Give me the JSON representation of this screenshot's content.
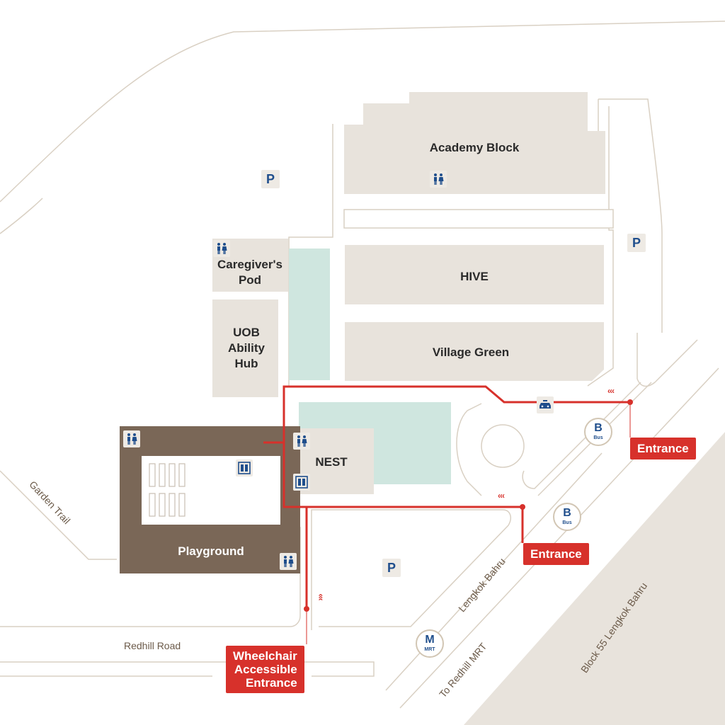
{
  "buildings": {
    "academy_block": "Academy Block",
    "hive": "HIVE",
    "village_green": "Village Green",
    "caregivers_pod": "Caregiver's\nPod",
    "uob_ability_hub": "UOB\nAbility\nHub",
    "nest": "NEST",
    "playground": "Playground"
  },
  "roads": {
    "garden_trail": "Garden Trail",
    "redhill_road": "Redhill Road",
    "lengkok_bahru": "Lengkok Bahru",
    "to_redhill_mrt": "To Redhill MRT",
    "block_55": "Block 55 Lengkok Bahru"
  },
  "entrances": {
    "east": "Entrance",
    "south": "Entrance",
    "wheelchair": "Wheelchair\nAccessible\nEntrance"
  },
  "markers": {
    "parking": "P",
    "bus_letter": "B",
    "bus_text": "Bus",
    "mrt_letter": "M",
    "mrt_text": "MRT"
  },
  "icons": {
    "toilet": "toilet-icon",
    "lift": "lift-icon",
    "taxi": "taxi-icon"
  },
  "colors": {
    "building": "#e8e3dc",
    "playground": "#7a6757",
    "garden": "#cfe6df",
    "route": "#d7312b",
    "outline": "#d9d0c3",
    "icon_blue": "#1f4e8c"
  }
}
